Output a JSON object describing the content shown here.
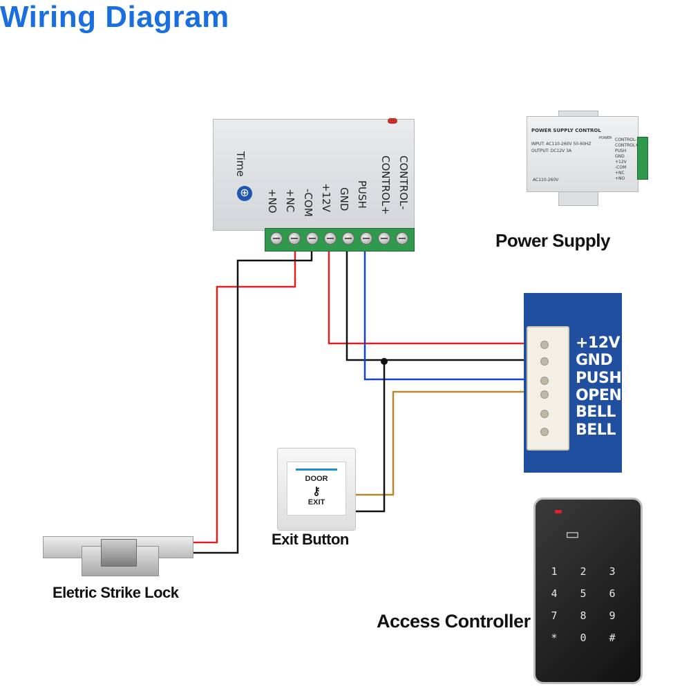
{
  "title": "Wiring Diagram",
  "power_supply": {
    "caption": "Power Supply",
    "labels": [
      "CONTROL-",
      "CONTROL+",
      "PUSH",
      "GND",
      "+12V",
      "-COM",
      "+NC",
      "+NO"
    ],
    "time_label": "Time"
  },
  "psu_photo": {
    "header": "POWER SUPPLY CONTROL",
    "input": "INPUT: AC110-260V 50-60HZ",
    "output": "OUTPUT: DC12V  3A",
    "power": "POWER",
    "bottom": "AC110-260V",
    "labels": [
      "CONTROL-",
      "CONTROL+",
      "PUSH",
      "GND",
      "+12V",
      "-COM",
      "+NC",
      "+NO"
    ]
  },
  "controller_board": {
    "labels": [
      "+12V",
      "GND",
      "PUSH",
      "OPEN",
      "BELL",
      "BELL"
    ]
  },
  "exit_button": {
    "caption": "Exit Button",
    "top_text": "DOOR",
    "bottom_text": "EXIT"
  },
  "strike_lock": {
    "caption": "Eletric Strike Lock"
  },
  "access_controller": {
    "caption": "Access Controller",
    "keys": [
      "1",
      "2",
      "3",
      "4",
      "5",
      "6",
      "7",
      "8",
      "9",
      "*",
      "0",
      "#"
    ]
  },
  "colors": {
    "title": "#1a6fe0",
    "red_wire": "#e02020",
    "black_wire": "#111111",
    "blue_wire": "#1a3fd0",
    "brown_wire": "#b8862b"
  }
}
